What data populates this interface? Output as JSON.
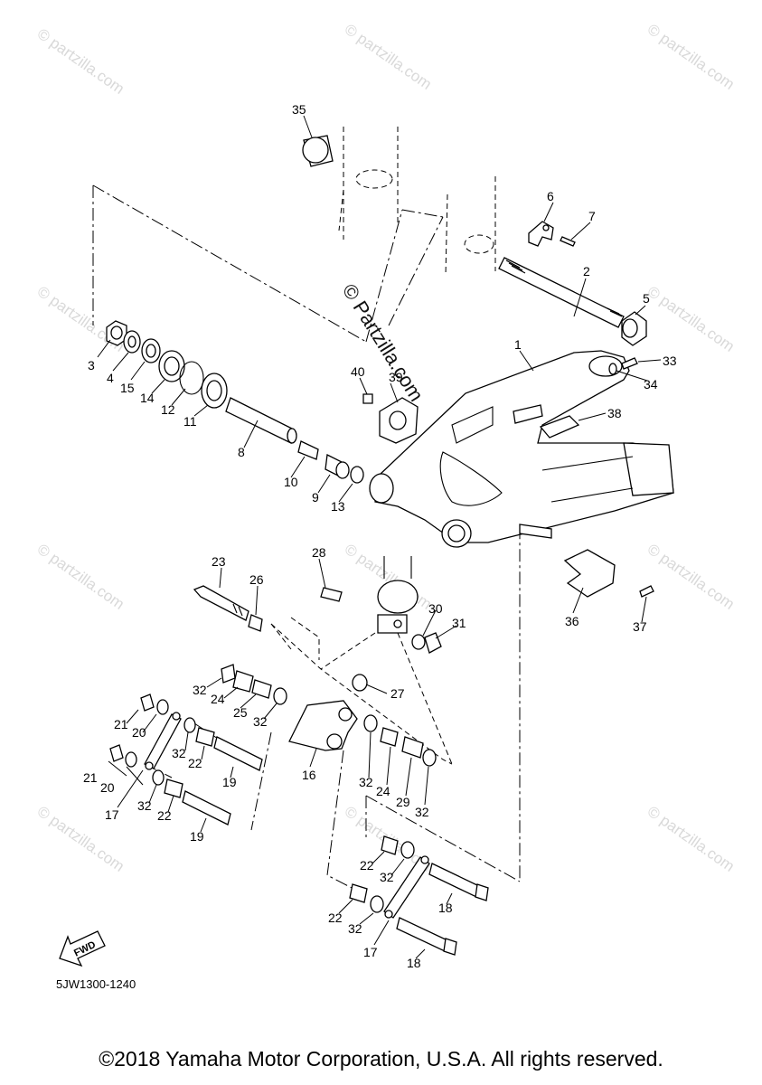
{
  "watermark": {
    "small": "© partzilla.com",
    "large": "© Partzilla.com"
  },
  "diagram_code": "5JW1300-1240",
  "fwd_label": "FWD",
  "copyright": "©2018 Yamaha Motor Corporation, U.S.A. All rights reserved.",
  "callouts": [
    "1",
    "2",
    "3",
    "4",
    "5",
    "6",
    "7",
    "8",
    "9",
    "10",
    "11",
    "12",
    "13",
    "14",
    "15",
    "16",
    "17",
    "18",
    "19",
    "20",
    "21",
    "22",
    "23",
    "24",
    "25",
    "26",
    "27",
    "28",
    "29",
    "30",
    "31",
    "32",
    "33",
    "34",
    "35",
    "36",
    "37",
    "38",
    "39",
    "40"
  ]
}
